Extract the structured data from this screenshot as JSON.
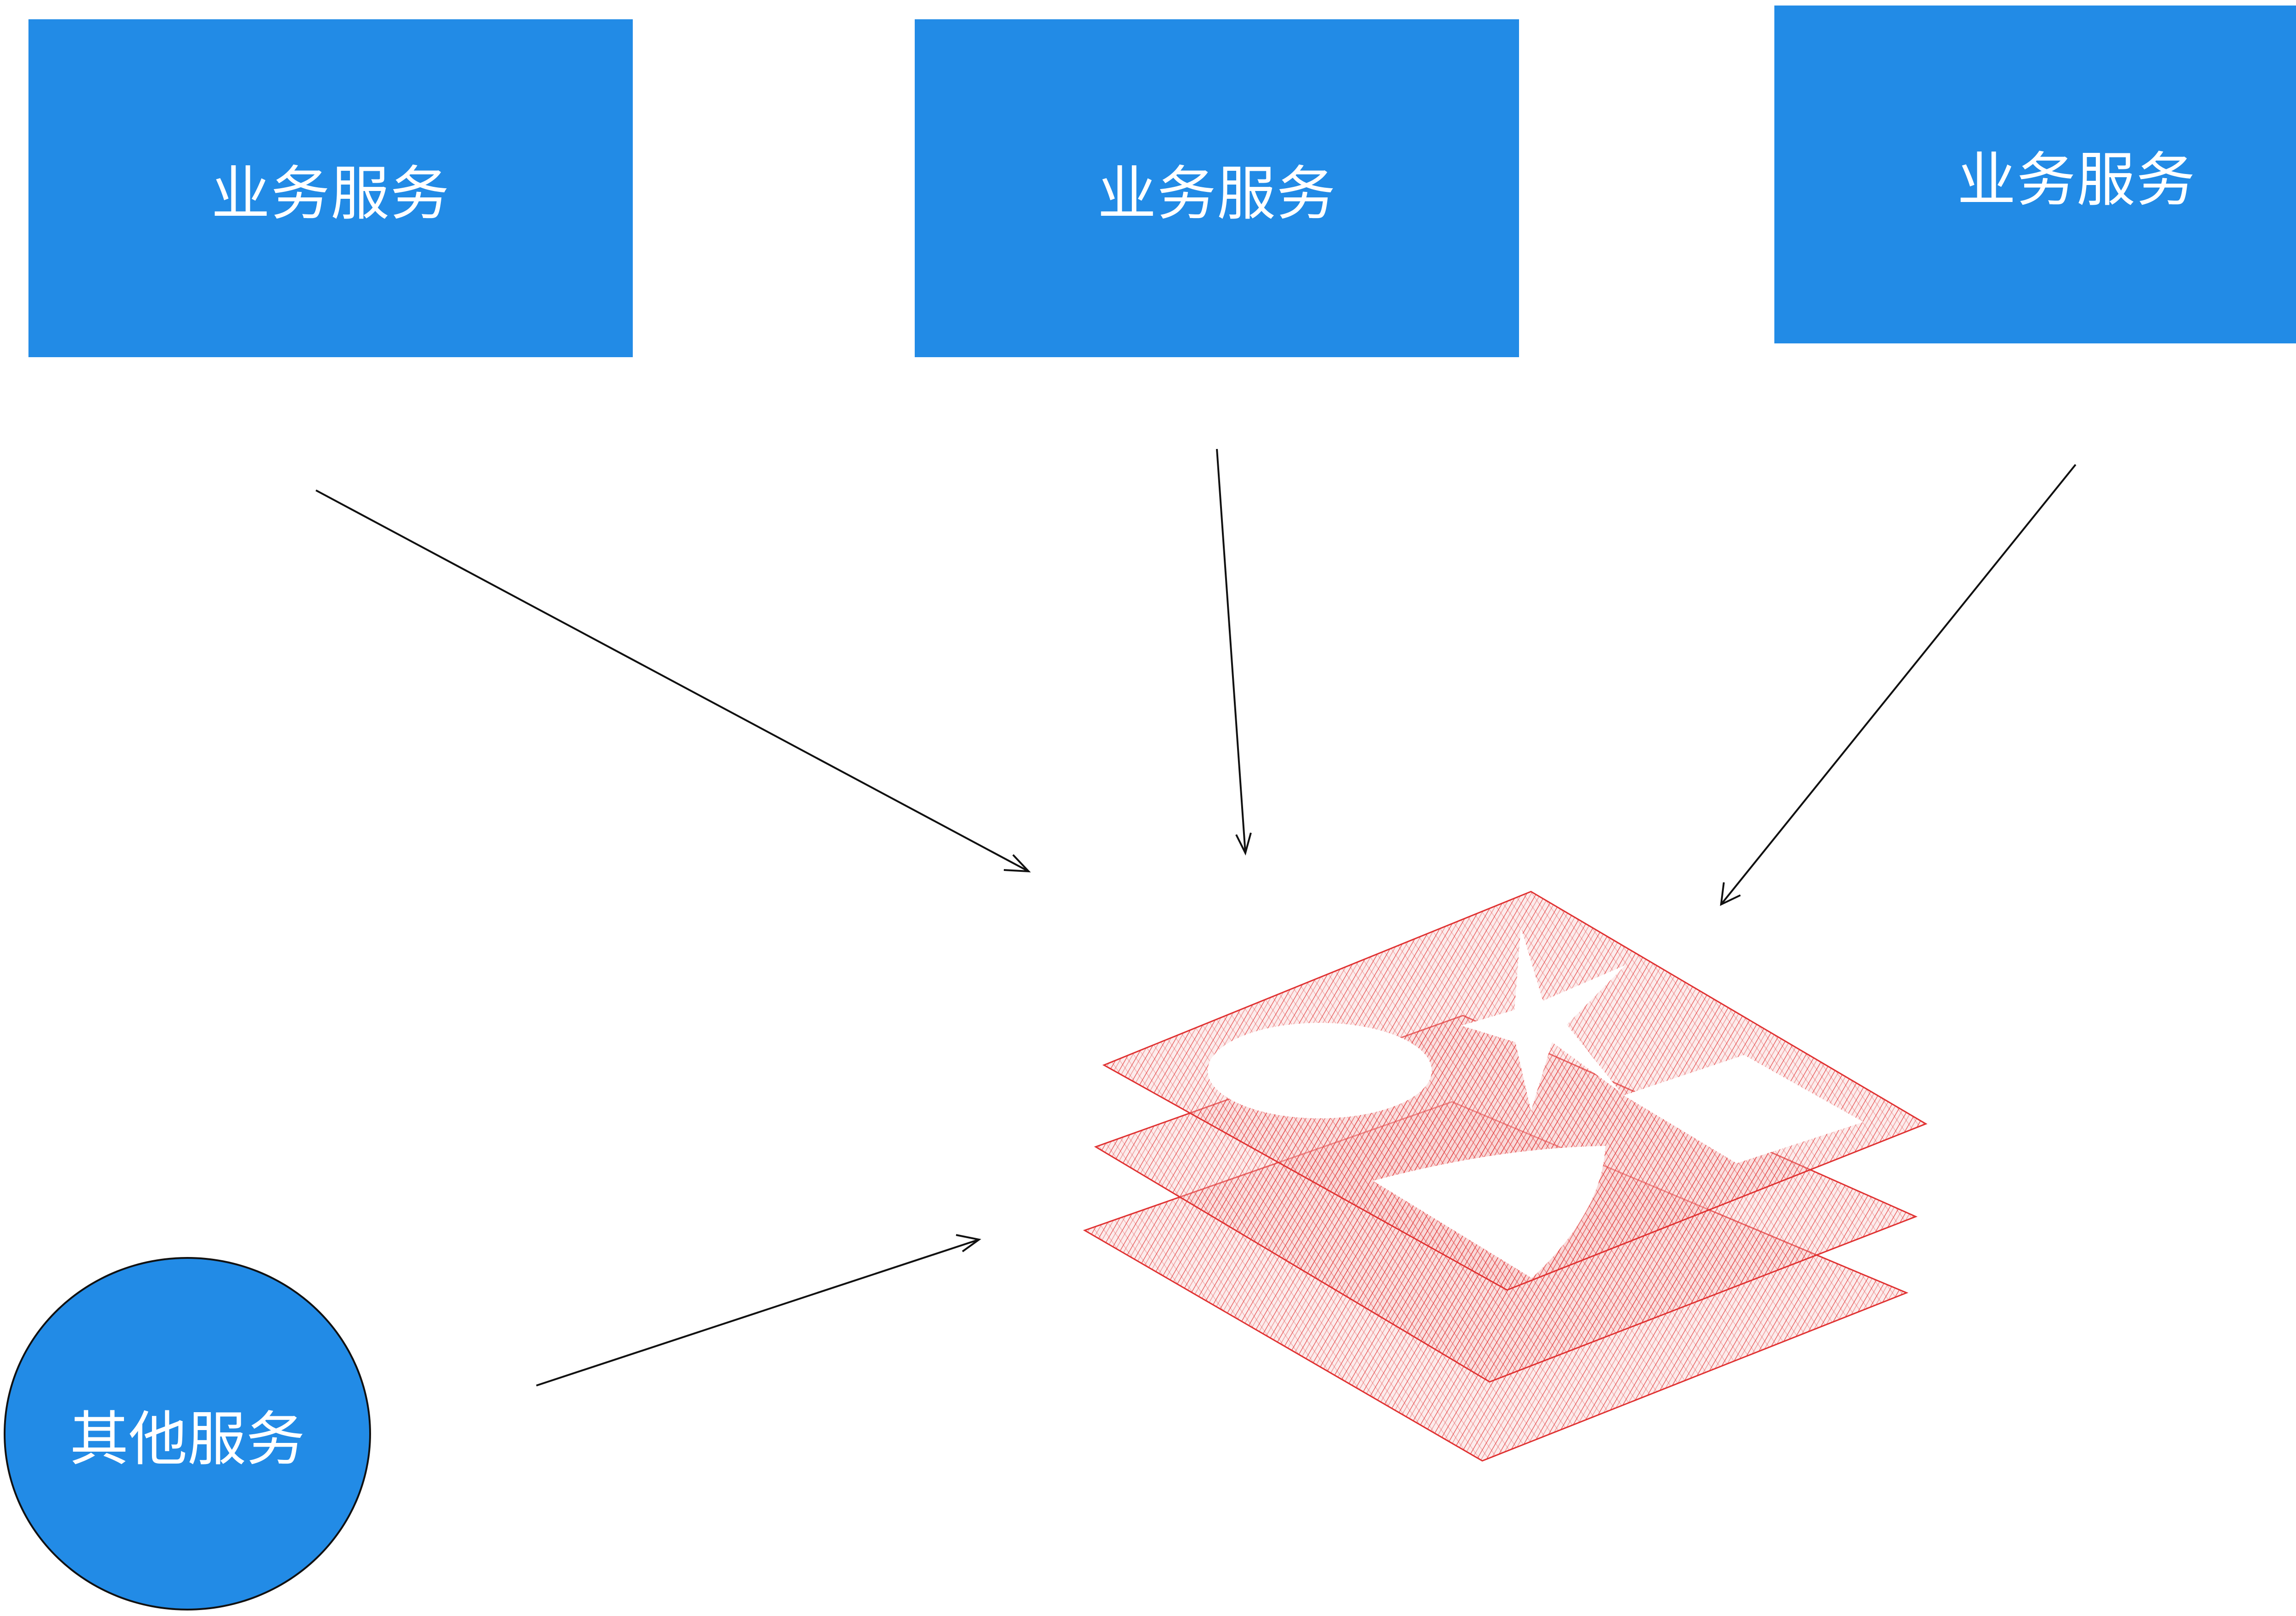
{
  "services": {
    "box1_label": "业务服务",
    "box2_label": "业务服务",
    "box3_label": "业务服务",
    "other_label": "其他服务"
  },
  "colors": {
    "service_fill": "#228BE6",
    "service_text": "#ffffff",
    "arrow": "#111111",
    "stack_red": "#E03131"
  },
  "icons": {
    "central_store": "stacked-layers-icon"
  }
}
